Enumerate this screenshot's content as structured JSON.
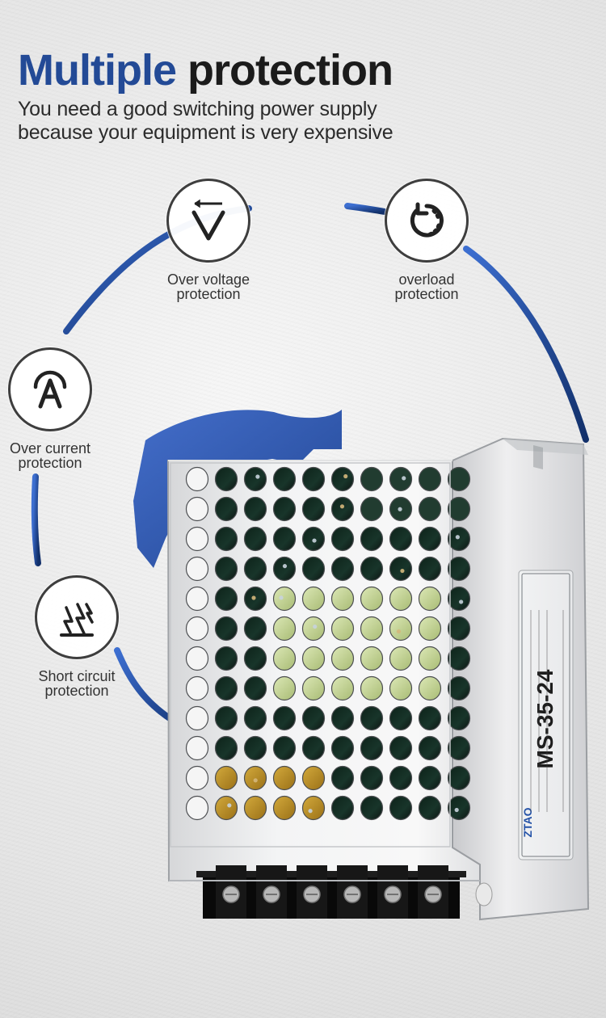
{
  "header": {
    "title_accent": "Multiple",
    "title_rest": "protection",
    "subtitle_line1": "You need a good switching power supply",
    "subtitle_line2": "because your equipment is very expensive"
  },
  "features": [
    {
      "label_line1": "Over voltage",
      "label_line2": "protection",
      "icon": "voltage-icon"
    },
    {
      "label_line1": "overload",
      "label_line2": "protection",
      "icon": "overload-icon"
    },
    {
      "label_line1": "Over current",
      "label_line2": "protection",
      "icon": "current-icon"
    },
    {
      "label_line1": "Short circuit",
      "label_line2": "protection",
      "icon": "short-circuit-icon"
    }
  ],
  "device": {
    "model": "MS-35-24",
    "brand": "ZTAO"
  },
  "colors": {
    "accent_blue": "#234a96",
    "ring_blue": "#2d58b7",
    "text_dark": "#1b1b1b",
    "text_mid": "#333333"
  }
}
